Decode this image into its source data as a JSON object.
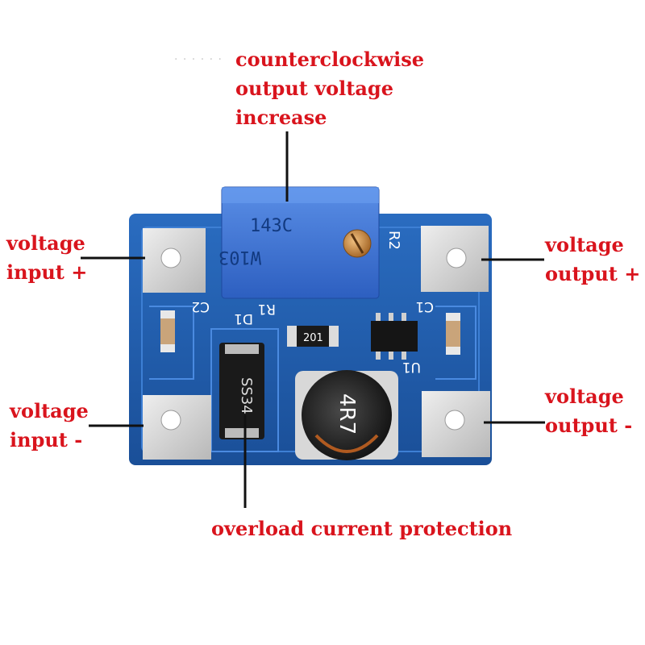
{
  "labels": {
    "potentiometer": [
      "counterclockwise",
      "output voltage",
      "increase"
    ],
    "input_plus": [
      "voltage",
      "input +"
    ],
    "input_minus": [
      "voltage",
      "input -"
    ],
    "output_plus": [
      "voltage",
      "output +"
    ],
    "output_minus": [
      "voltage",
      "output -"
    ],
    "protection": "overload current protection"
  },
  "board_markings": {
    "pot_top": "143C",
    "pot_bottom": "W103",
    "r2": "R2",
    "c2": "C2",
    "r1": "R1",
    "d1": "D1",
    "c1": "C1",
    "u1": "U1",
    "resistor_code": "201",
    "diode": "SS34",
    "inductor": "4R7"
  },
  "colors": {
    "label": "#d9141d",
    "pcb": "#1f5fae",
    "pot": "#3b6fd0"
  }
}
